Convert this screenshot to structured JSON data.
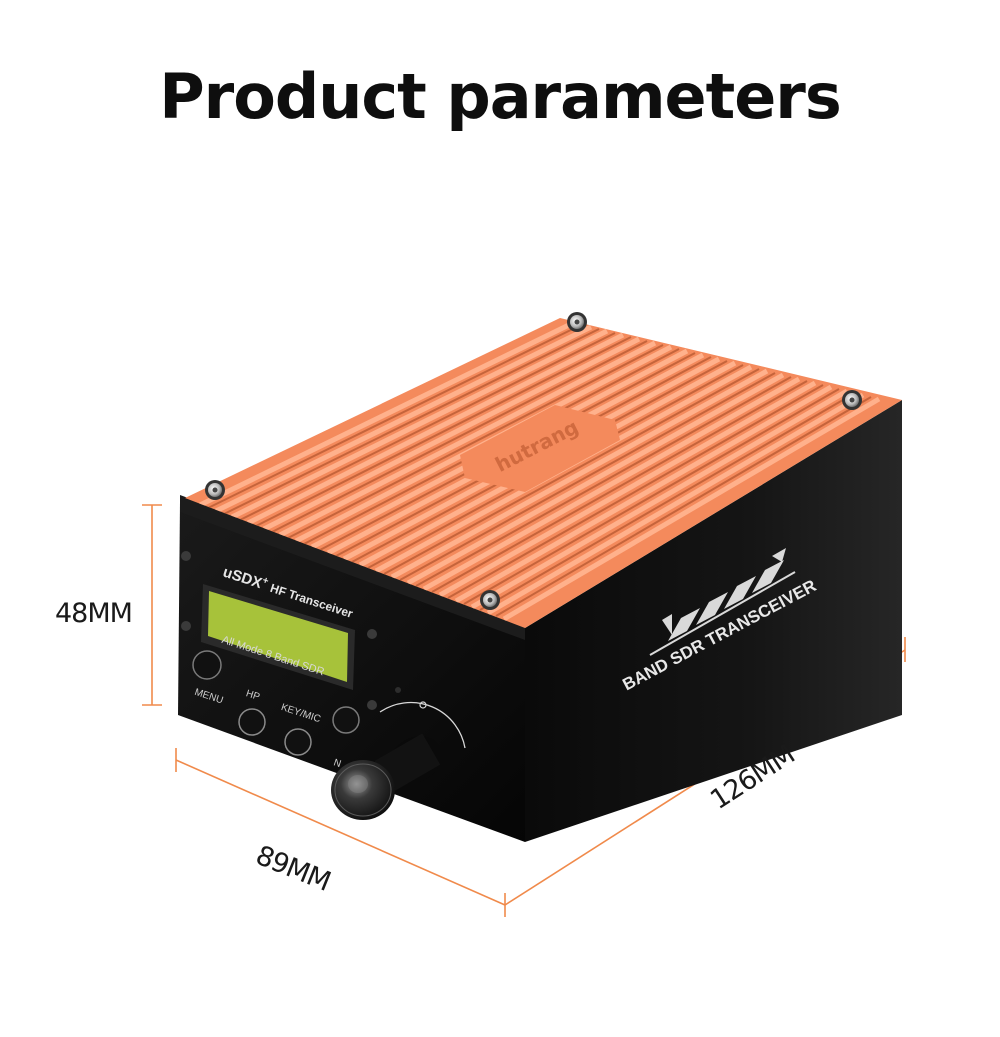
{
  "title": "Product parameters",
  "colors": {
    "dimension_line": "#f08a4b",
    "heatsink": "#f48a5c",
    "heatsink_highlight": "#ffb18c",
    "body": "#0d0d0d",
    "lcd": "#a7c23a"
  },
  "dimensions": {
    "height": "48MM",
    "width": "89MM",
    "length": "126MM"
  },
  "device": {
    "brand_logo": "hutrang",
    "model": "uSDX",
    "model_sup": "+",
    "model_type": "HF Transceiver",
    "subtitle": "All Mode 8 Band SDR",
    "side_text": "BAND SDR TRANSCEIVER",
    "labels": {
      "menu": "MENU",
      "hp": "HP",
      "key_mic": "KEY/MIC",
      "partial": "N"
    }
  }
}
